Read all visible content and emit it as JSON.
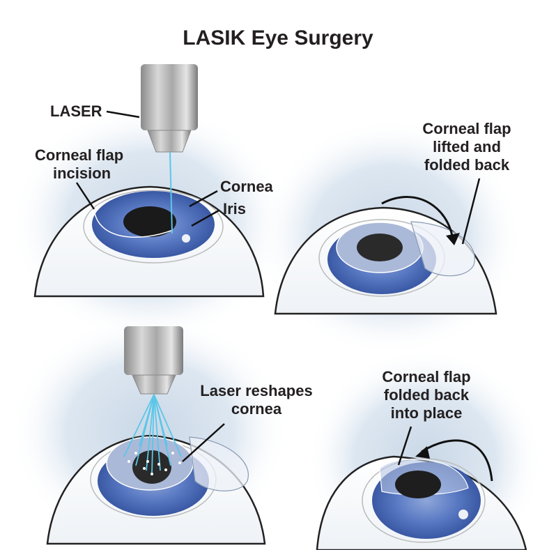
{
  "title": "LASIK Eye Surgery",
  "colors": {
    "text": "#231f20",
    "iris": "#4a6bb5",
    "laser_beam": "#5bc6e8",
    "pupil": "#1a1a1a",
    "halo": "#c9d7e6"
  },
  "panels": [
    {
      "id": "step1",
      "labels": {
        "laser": "LASER",
        "flap_incision_1": "Corneal flap",
        "flap_incision_2": "incision",
        "cornea": "Cornea",
        "iris": "Iris"
      }
    },
    {
      "id": "step2",
      "labels": {
        "line1": "Corneal flap",
        "line2": "lifted and",
        "line3": "folded back"
      }
    },
    {
      "id": "step3",
      "labels": {
        "line1": "Laser reshapes",
        "line2": "cornea"
      }
    },
    {
      "id": "step4",
      "labels": {
        "line1": "Corneal flap",
        "line2": "folded back",
        "line3": "into place"
      }
    }
  ]
}
